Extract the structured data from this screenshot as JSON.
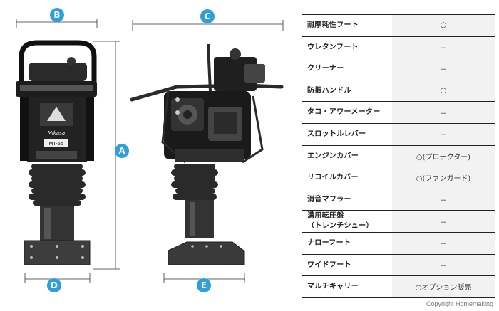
{
  "dimension_labels": [
    "A",
    "B",
    "C",
    "D",
    "E"
  ],
  "brand_plate": "Mikasa",
  "model_plate": "MT-55",
  "specs": [
    {
      "label": "耐摩耗性フート",
      "value": "○"
    },
    {
      "label": "ウレタンフート",
      "value": "－"
    },
    {
      "label": "クリーナー",
      "value": "－"
    },
    {
      "label": "防振ハンドル",
      "value": "○"
    },
    {
      "label": "タコ・アワーメーター",
      "value": "－"
    },
    {
      "label": "スロットルレバー",
      "value": "－"
    },
    {
      "label": "エンジンカバー",
      "value": "○(プロテクター)"
    },
    {
      "label": "リコイルカバー",
      "value": "○(ファンガード)"
    },
    {
      "label": "消音マフラー",
      "value": "－"
    },
    {
      "label": "溝用転圧盤",
      "label2": "（トレンチシュー）",
      "value": "－"
    },
    {
      "label": "ナローフート",
      "value": "－"
    },
    {
      "label": "ワイドフート",
      "value": "－"
    },
    {
      "label": "マルチキャリー",
      "value": "○オプション販売"
    }
  ],
  "copyright": "Copyright Homemaking",
  "colors": {
    "badge": "#2e9fd8",
    "value_bg": "#f2f2f2"
  }
}
